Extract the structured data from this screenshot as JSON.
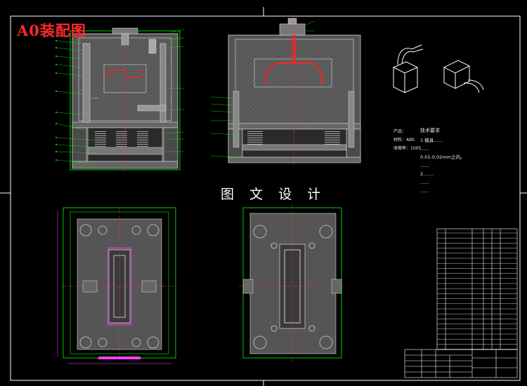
{
  "drawing": {
    "title": "A0装配图",
    "watermark": "图 文 设 计",
    "product_label": "产品：",
    "material_label": "材料：ABS",
    "shrink_label": "收缩率：1005",
    "tech_req_title": "技术要求",
    "tech_req_lines": [
      "1.模具……",
      "……",
      "0.01-0.02mm之内。",
      "……",
      "2.……",
      "……",
      "……"
    ],
    "colors": {
      "background": "#000000",
      "frame": "#ffffff",
      "outline": "#00ff00",
      "mold": "#5a5a5a",
      "runner": "#ff2020",
      "title_text": "#ff2a2a",
      "dimension": "#ff40ff",
      "center_line": "#ff3030"
    }
  }
}
